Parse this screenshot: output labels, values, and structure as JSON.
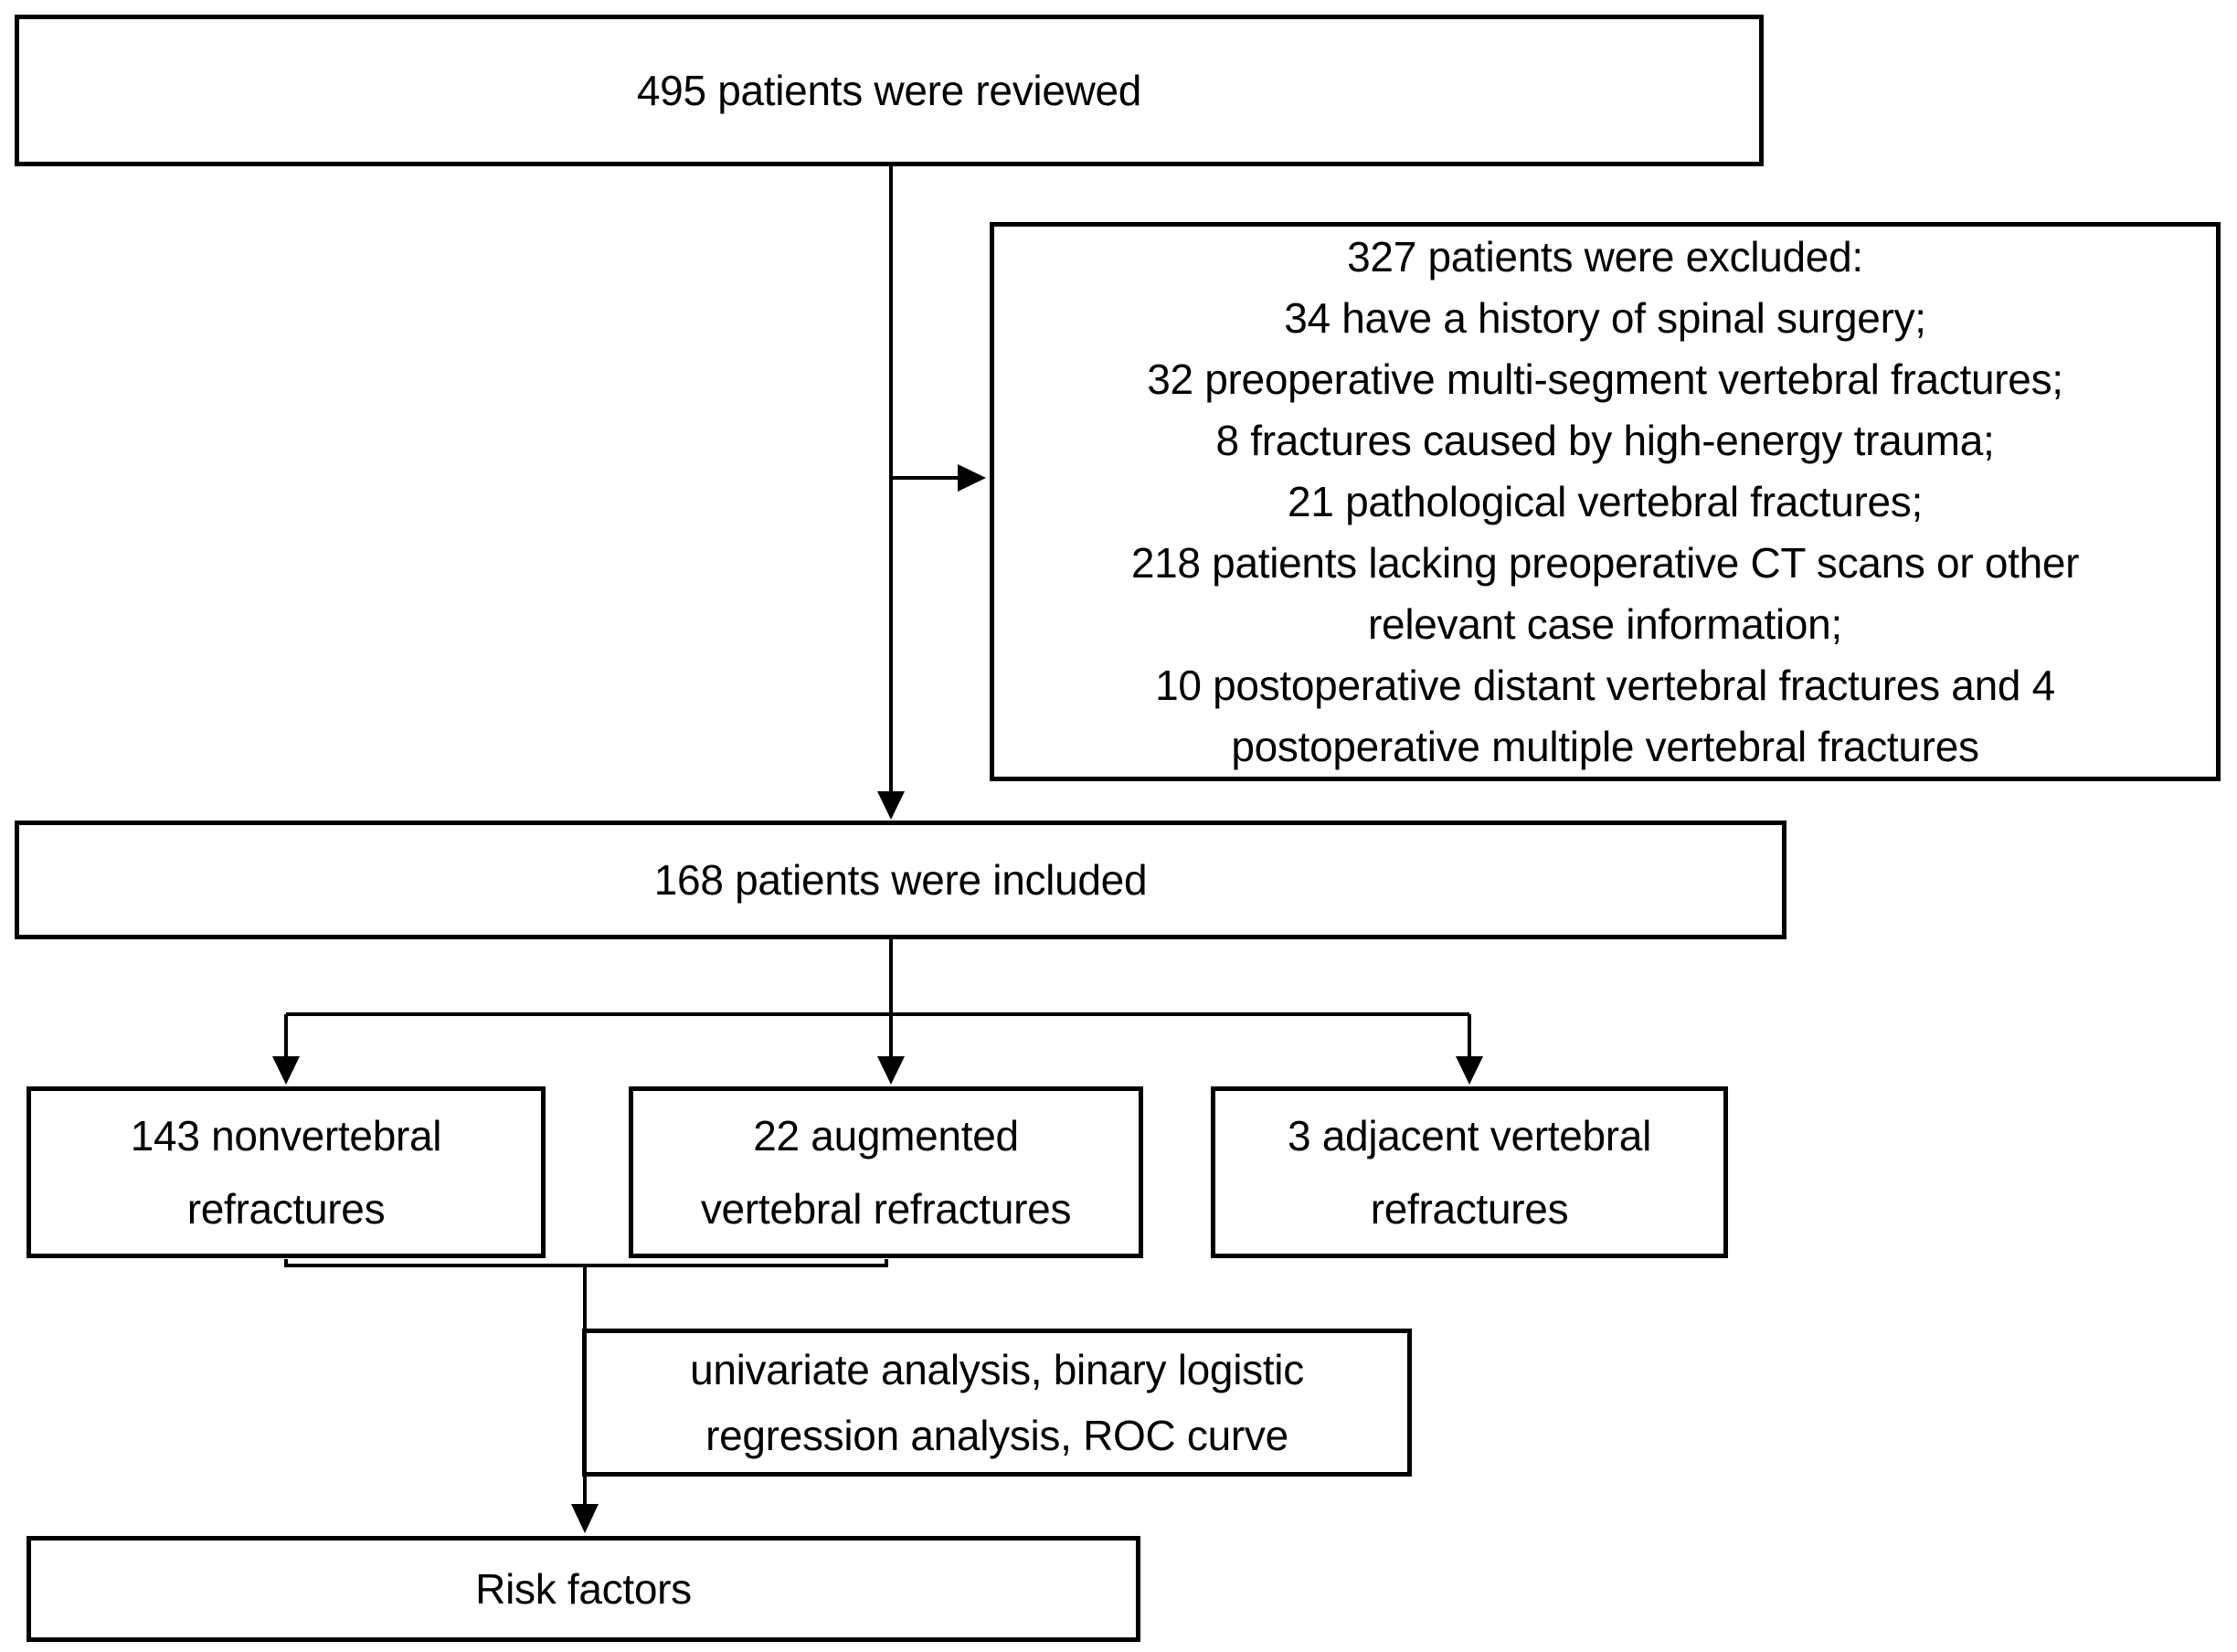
{
  "flowchart": {
    "reviewed": {
      "text": "495 patients were reviewed"
    },
    "excluded": {
      "lines": [
        "327 patients were excluded:",
        "34 have a history of spinal surgery;",
        "32 preoperative multi-segment vertebral fractures;",
        "8 fractures caused by high-energy trauma;",
        "21 pathological vertebral fractures;",
        "218 patients lacking preoperative CT scans or other",
        "relevant case information;",
        "10 postoperative distant vertebral fractures and 4",
        "postoperative multiple vertebral fractures"
      ]
    },
    "included": {
      "text": "168 patients were included"
    },
    "nonvertebral": {
      "lines": [
        "143 nonvertebral",
        "refractures"
      ]
    },
    "augmented": {
      "lines": [
        "22 augmented",
        "vertebral refractures"
      ]
    },
    "adjacent": {
      "lines": [
        "3 adjacent vertebral",
        "refractures"
      ]
    },
    "analysis": {
      "lines": [
        "univariate analysis, binary logistic",
        "regression analysis, ROC curve"
      ]
    },
    "risk": {
      "text": "Risk factors"
    },
    "colors": {
      "line": "#000000",
      "text": "#000000",
      "background": "#ffffff"
    }
  }
}
